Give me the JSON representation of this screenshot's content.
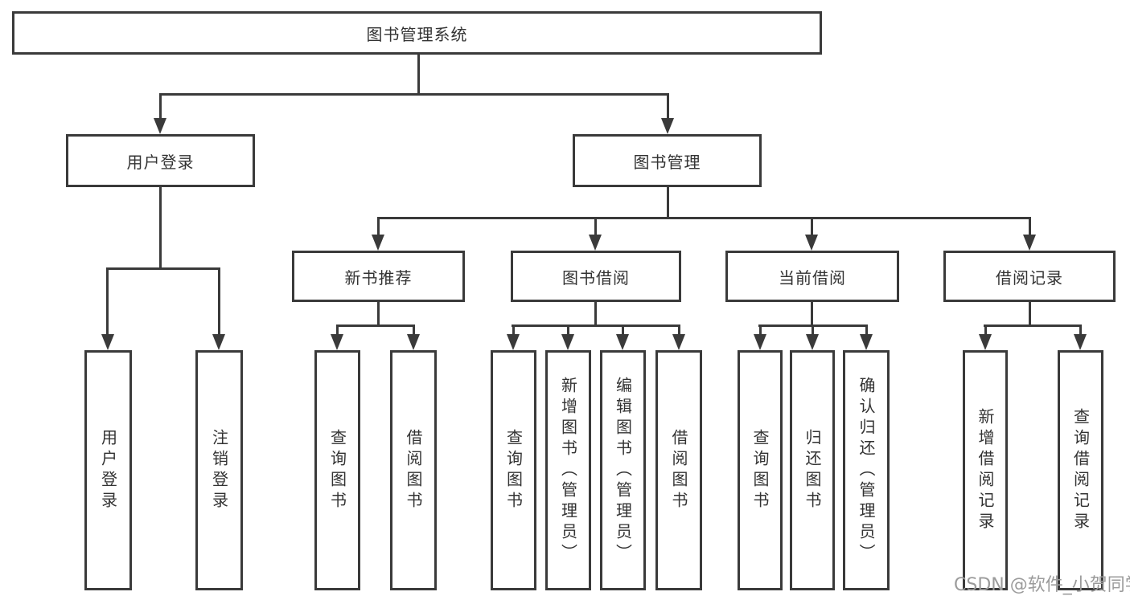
{
  "diagram": {
    "root": {
      "label": "图书管理系统"
    },
    "level2": [
      {
        "label": "用户登录"
      },
      {
        "label": "图书管理"
      }
    ],
    "level3": [
      {
        "label": "新书推荐",
        "parent": "图书管理"
      },
      {
        "label": "图书借阅",
        "parent": "图书管理"
      },
      {
        "label": "当前借阅",
        "parent": "图书管理"
      },
      {
        "label": "借阅记录",
        "parent": "图书管理"
      }
    ],
    "leaves": [
      {
        "label": "用户登录",
        "parent": "用户登录"
      },
      {
        "label": "注销登录",
        "parent": "用户登录"
      },
      {
        "label": "查询图书",
        "parent": "新书推荐"
      },
      {
        "label": "借阅图书",
        "parent": "新书推荐"
      },
      {
        "label": "查询图书",
        "parent": "图书借阅"
      },
      {
        "label": "新增图书（管理员）",
        "parent": "图书借阅"
      },
      {
        "label": "编辑图书（管理员）",
        "parent": "图书借阅"
      },
      {
        "label": "借阅图书",
        "parent": "图书借阅"
      },
      {
        "label": "查询图书",
        "parent": "当前借阅"
      },
      {
        "label": "归还图书",
        "parent": "当前借阅"
      },
      {
        "label": "确认归还（管理员）",
        "parent": "当前借阅"
      },
      {
        "label": "新增借阅记录",
        "parent": "借阅记录"
      },
      {
        "label": "查询借阅记录",
        "parent": "借阅记录"
      }
    ]
  },
  "watermark": {
    "text": "CSDN @软件_小贺同学"
  },
  "colors": {
    "line": "#3a3a3a",
    "text": "#333333",
    "watermark": "#9b9b9b",
    "background": "#ffffff"
  }
}
